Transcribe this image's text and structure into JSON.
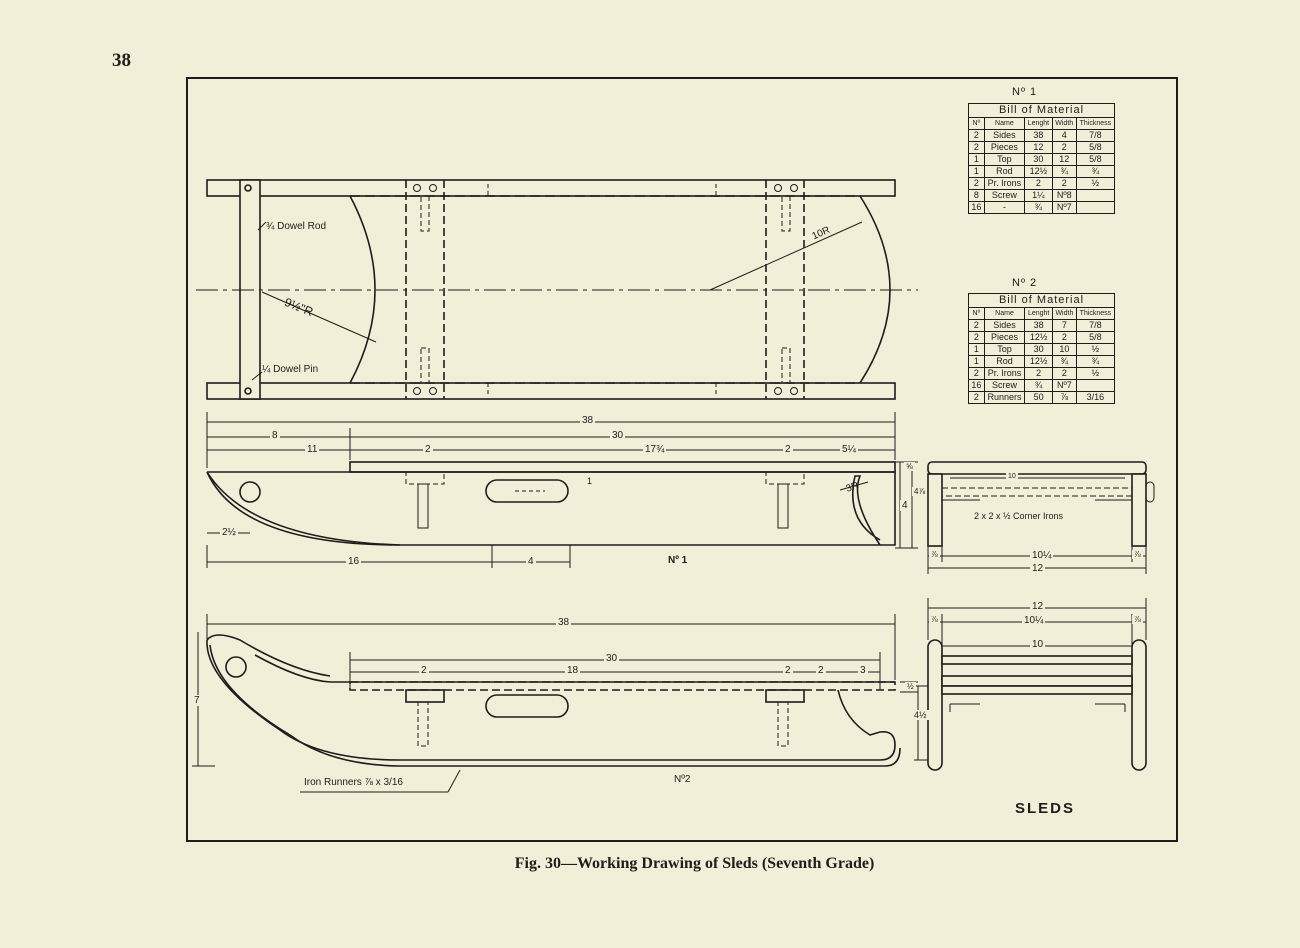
{
  "page": {
    "number": "38"
  },
  "caption": "Fig. 30—Working Drawing of Sleds (Seventh Grade)",
  "title": "SLEDS",
  "bom1": {
    "number": "Nº 1",
    "title": "Bill of Material",
    "headers": [
      "Nº",
      "Name",
      "Lenght",
      "Width",
      "Thickness"
    ],
    "rows": [
      [
        "2",
        "Sides",
        "38",
        "4",
        "7/8"
      ],
      [
        "2",
        "Pieces",
        "12",
        "2",
        "5/8"
      ],
      [
        "1",
        "Top",
        "30",
        "12",
        "5/8"
      ],
      [
        "1",
        "Rod",
        "12½",
        "¾",
        "¾"
      ],
      [
        "2",
        "Pr. Irons",
        "2",
        "2",
        "½"
      ],
      [
        "8",
        "Screw",
        "1¼",
        "Nº8",
        ""
      ],
      [
        "16",
        "-",
        "¾",
        "Nº7",
        ""
      ]
    ]
  },
  "bom2": {
    "number": "Nº 2",
    "title": "Bill of Material",
    "headers": [
      "Nº",
      "Name",
      "Lenght",
      "Width",
      "Thickness"
    ],
    "rows": [
      [
        "2",
        "Sides",
        "38",
        "7",
        "7/8"
      ],
      [
        "2",
        "Pieces",
        "12½",
        "2",
        "5/8"
      ],
      [
        "1",
        "Top",
        "30",
        "10",
        "½"
      ],
      [
        "1",
        "Rod",
        "12½",
        "¾",
        "¾"
      ],
      [
        "2",
        "Pr. Irons",
        "2",
        "2",
        "½"
      ],
      [
        "16",
        "Screw",
        "¾",
        "Nº7",
        ""
      ],
      [
        "2",
        "Runners",
        "50",
        "⅞",
        "3/16"
      ]
    ]
  },
  "labels": {
    "dowel_rod": "¾ Dowel Rod",
    "dowel_pin": "¼ Dowel Pin",
    "radius_top": "10R",
    "radius_left": "9½\"R",
    "radius_small": "3R",
    "corner_irons": "2 x 2 x ½ Corner Irons",
    "iron_runners": "Iron Runners ⅞ x 3/16",
    "sled1": "Nº 1",
    "sled2": "Nº2"
  },
  "dims1": {
    "overall": "38",
    "top": "30",
    "front": "8",
    "offset": "11",
    "cleat_a": "2",
    "mid": "17¾",
    "cleat_b": "2",
    "rear": "5¼",
    "bottom_front": "16",
    "slot": "4",
    "height_left": "2½",
    "height": "4",
    "height_b": "4⅞",
    "thick": "⅝",
    "slot_h": "1"
  },
  "dims_end1": {
    "inner": "10¼",
    "width": "12",
    "left": "⅞",
    "right": "⅞",
    "top_inner": "10"
  },
  "dims2": {
    "overall": "38",
    "top": "30",
    "cleat_a": "2",
    "mid": "18",
    "cleat_b": "2",
    "gap": "2",
    "rear": "3",
    "height": "7",
    "small": "½"
  },
  "dims_end2": {
    "width": "12",
    "inner": "10¼",
    "left": "⅞",
    "right": "⅞",
    "top_inner": "10",
    "height": "4½"
  }
}
